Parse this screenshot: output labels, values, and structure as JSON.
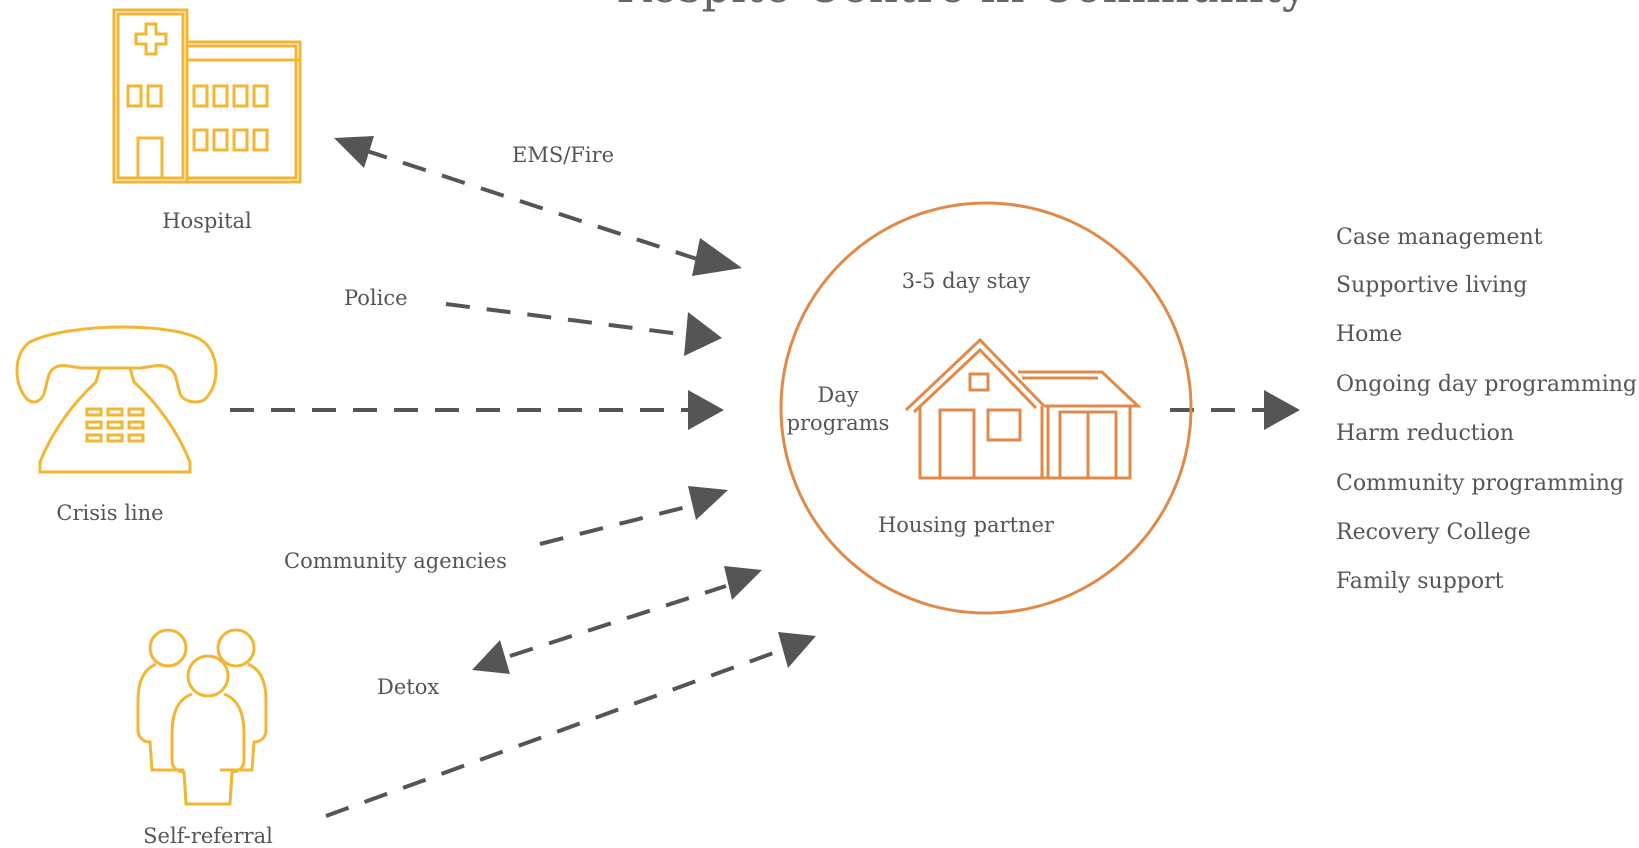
{
  "title": "Respite Centre in Community",
  "sources": {
    "hospital": "Hospital",
    "crisis_line": "Crisis line",
    "self_referral": "Self-referral"
  },
  "pathways": {
    "ems_fire": "EMS/Fire",
    "police": "Police",
    "community_agencies": "Community agencies",
    "detox": "Detox"
  },
  "centre": {
    "stay": "3-5 day stay",
    "day_programs_line1": "Day",
    "day_programs_line2": "programs",
    "housing_partner": "Housing partner"
  },
  "services": [
    "Case management",
    "Supportive living",
    "Home",
    "Ongoing day programming",
    "Harm reduction",
    "Community programming",
    "Recovery College",
    "Family support"
  ],
  "colors": {
    "source_icons": "#f2b632",
    "centre": "#e08a4a",
    "arrows": "#555555",
    "text": "#555555"
  }
}
